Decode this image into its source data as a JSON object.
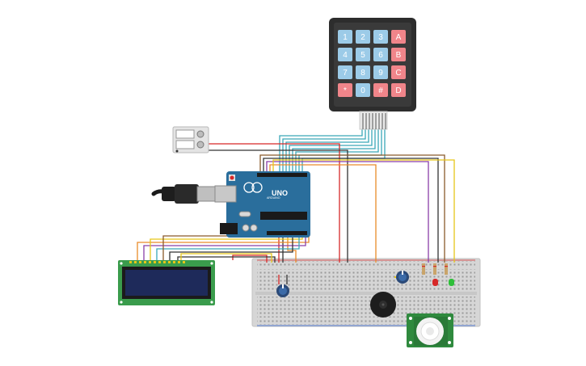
{
  "keypad": {
    "keys": [
      {
        "label": "1",
        "type": "num"
      },
      {
        "label": "2",
        "type": "num"
      },
      {
        "label": "3",
        "type": "num"
      },
      {
        "label": "A",
        "type": "letter"
      },
      {
        "label": "4",
        "type": "num"
      },
      {
        "label": "5",
        "type": "num"
      },
      {
        "label": "6",
        "type": "num"
      },
      {
        "label": "B",
        "type": "letter"
      },
      {
        "label": "7",
        "type": "num"
      },
      {
        "label": "8",
        "type": "num"
      },
      {
        "label": "9",
        "type": "num"
      },
      {
        "label": "C",
        "type": "letter"
      },
      {
        "label": "*",
        "type": "letter"
      },
      {
        "label": "0",
        "type": "num"
      },
      {
        "label": "#",
        "type": "letter"
      },
      {
        "label": "D",
        "type": "letter"
      }
    ]
  },
  "arduino": {
    "board_label": "UNO",
    "brand_label": "ARDUINO"
  },
  "colors": {
    "board_blue": "#2a6e9c",
    "breadboard": "#d8d8d8",
    "keypad_body": "#2d2d2d",
    "key_num": "#9ccbe8",
    "key_letter": "#f0858a",
    "lcd_pcb": "#3a9c4c",
    "lcd_screen": "#1e2a5a",
    "pir_pcb": "#2f8a3e",
    "wire_red": "#d62828",
    "wire_black": "#333333",
    "wire_orange": "#e98b2a",
    "wire_yellow": "#e6c619",
    "wire_purple": "#8a3fa8",
    "wire_teal": "#3aa8b8",
    "wire_brown": "#8a5a2b"
  },
  "icons": {
    "potentiometer": "knob-icon",
    "buzzer": "buzzer-icon",
    "pir_sensor": "pir-sensor-icon",
    "usb_cable": "usb-plug-icon"
  }
}
